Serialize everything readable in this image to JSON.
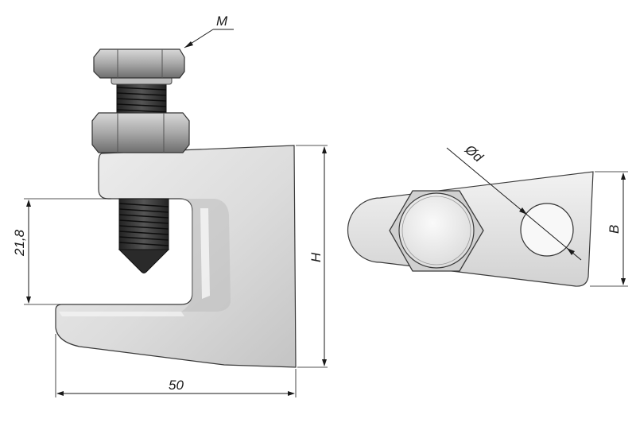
{
  "diagram": {
    "labels": {
      "thread": "M",
      "opening": "21,8",
      "height": "H",
      "width": "50",
      "hole_diameter": "Ød",
      "width_b": "B"
    },
    "colors": {
      "metal_light": "#e6e6e6",
      "metal_mid": "#c9c9c9",
      "metal_dark": "#9a9a9a",
      "bolt_dark": "#2b2b2b",
      "line": "#1a1a1a"
    }
  }
}
